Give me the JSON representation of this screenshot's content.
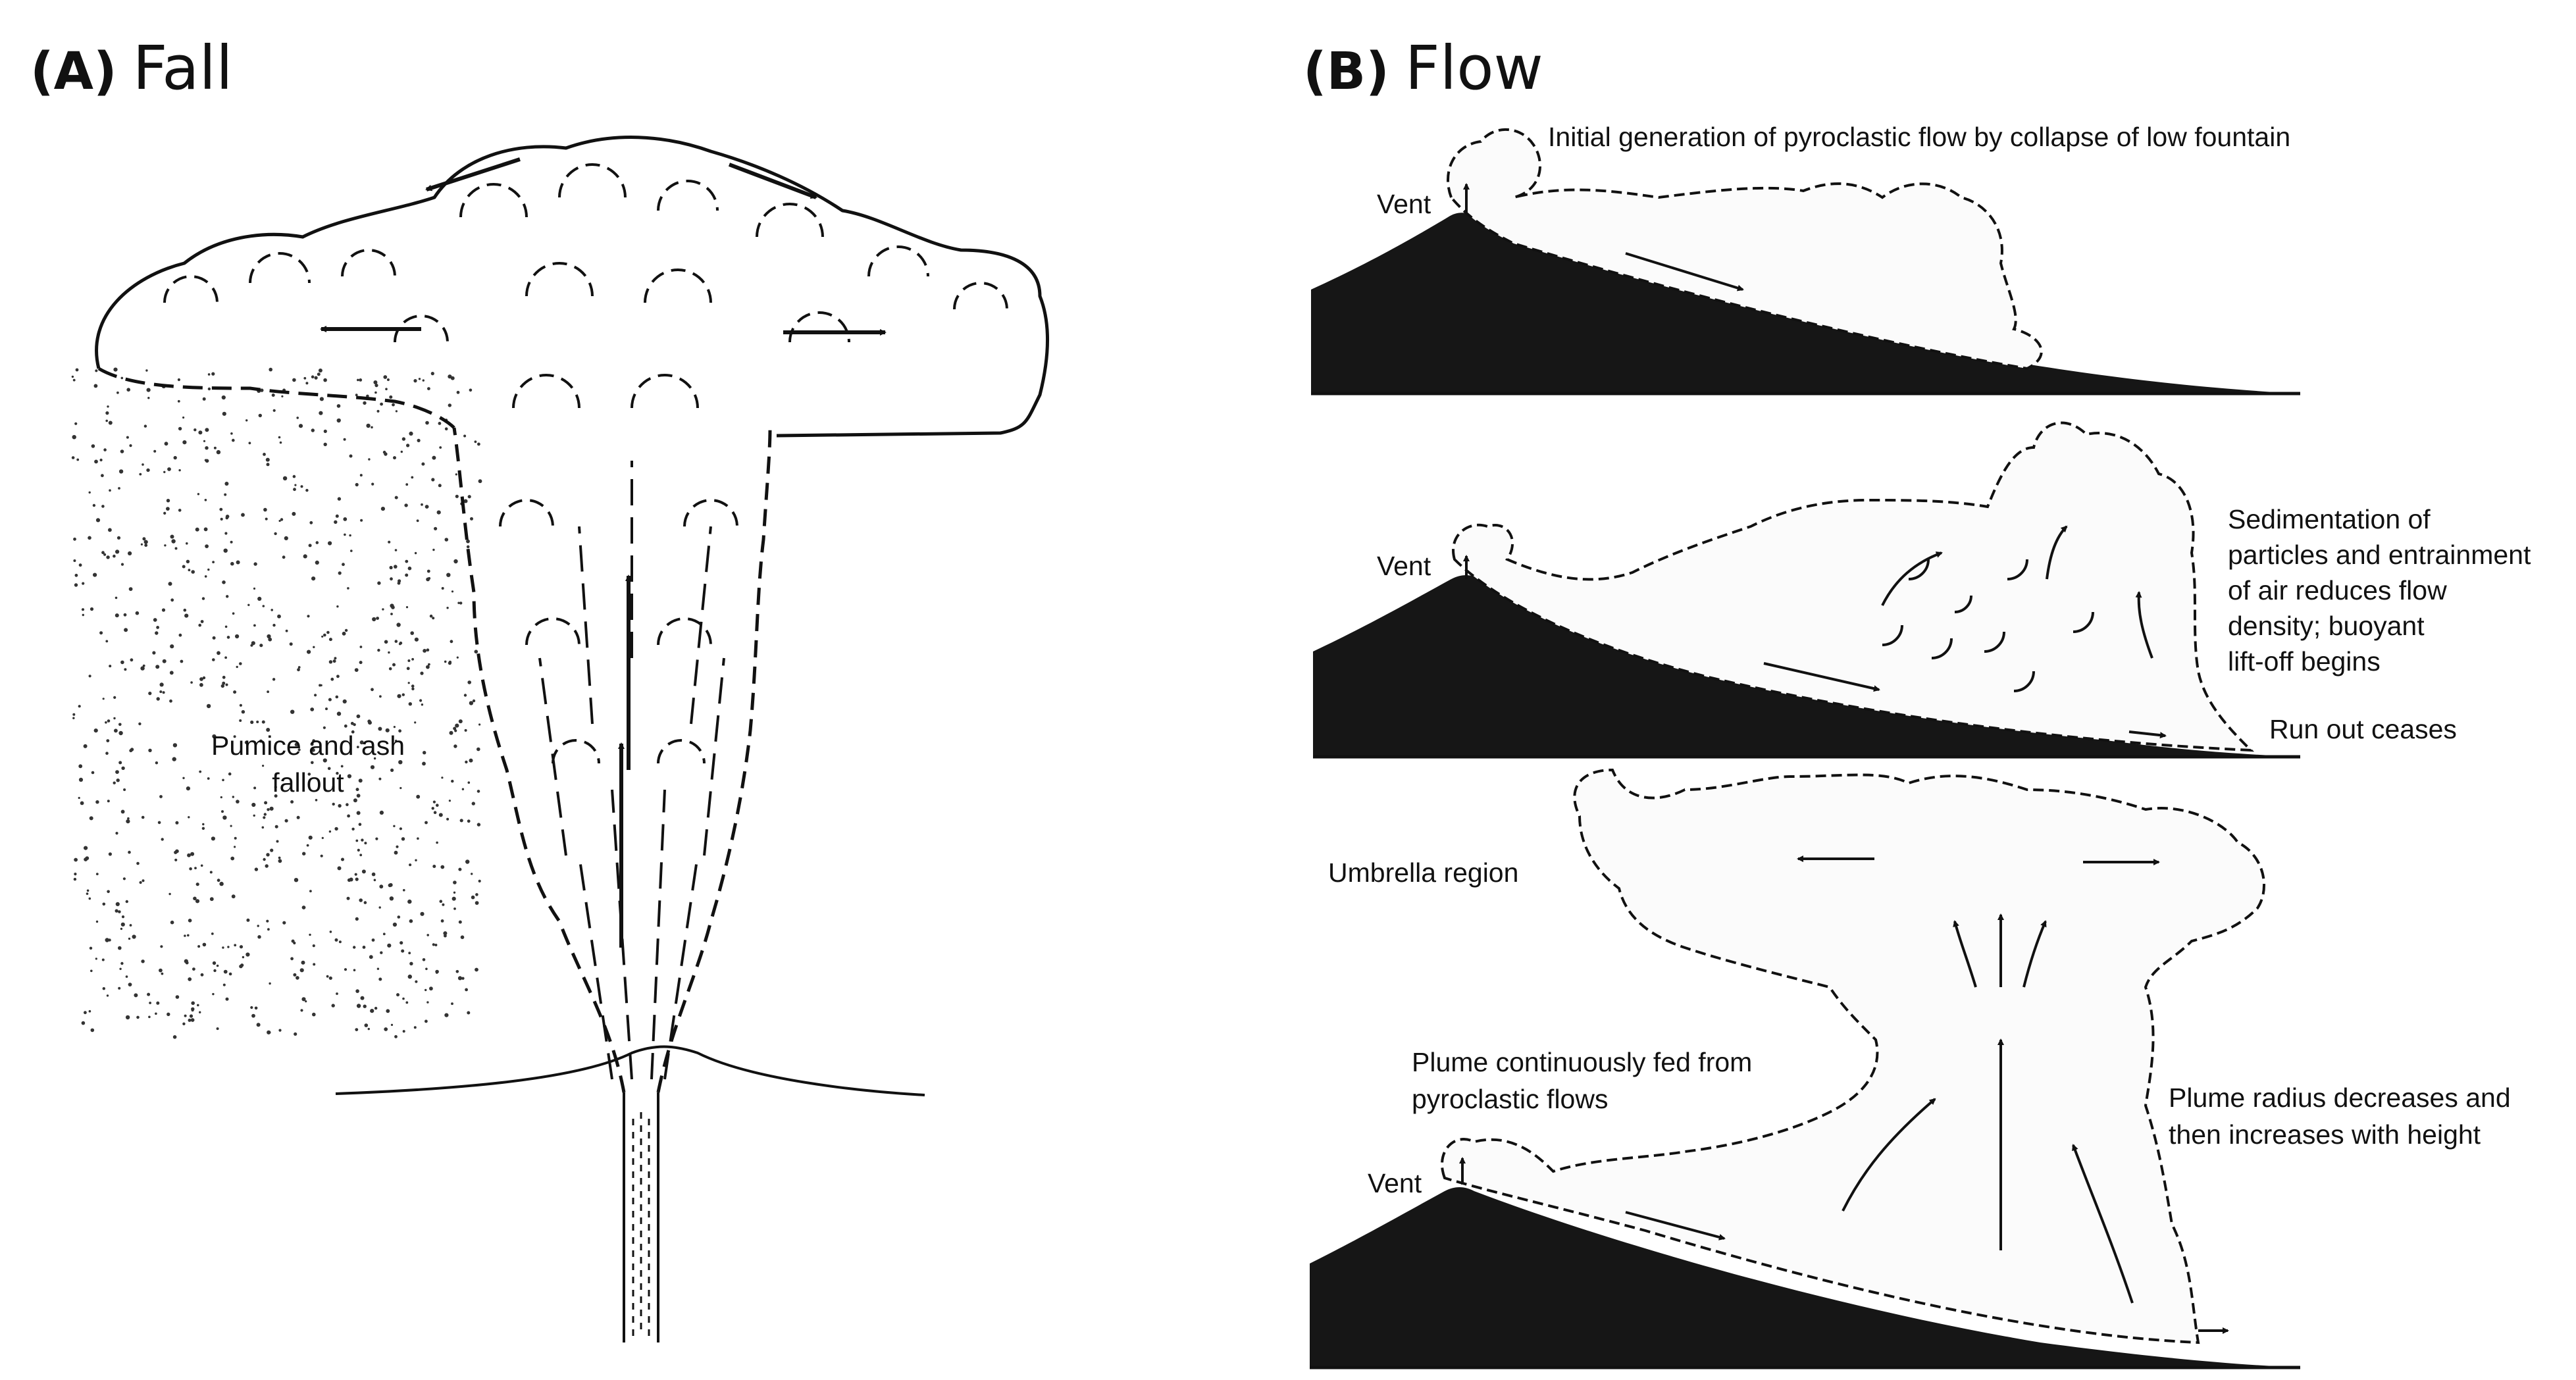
{
  "panel_a": {
    "tag": "(A)",
    "title": "Fall",
    "fallout_line1": "Pumice and ash",
    "fallout_line2": "fallout"
  },
  "panel_b": {
    "tag": "(B)",
    "title": "Flow",
    "stage1": {
      "vent": "Vent",
      "caption": "Initial generation of pyroclastic flow by collapse of low fountain"
    },
    "stage2": {
      "vent": "Vent",
      "note_lines": [
        "Sedimentation of",
        "particles and entrainment",
        "of air reduces flow",
        "density; buoyant",
        "lift-off begins"
      ],
      "runout": "Run out ceases"
    },
    "stage3": {
      "vent": "Vent",
      "umbrella": "Umbrella region",
      "plume_fed_lines": [
        "Plume continuously fed from",
        "pyroclastic flows"
      ],
      "radius_lines": [
        "Plume radius decreases and",
        "then increases with height"
      ]
    }
  },
  "colors": {
    "ink": "#111111",
    "ground": "#161616",
    "background": "#ffffff"
  }
}
